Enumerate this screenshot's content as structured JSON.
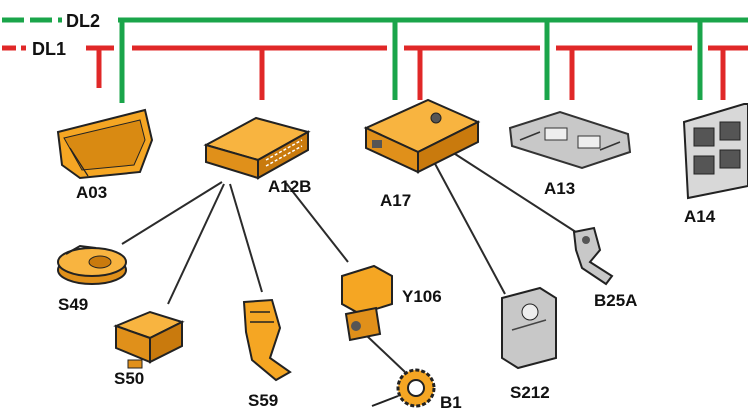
{
  "colors": {
    "dl2_bus": "#1aa54a",
    "dl1_bus": "#e02828",
    "component_fill": "#f5a623",
    "component_outline": "#222222",
    "grey_component": "#c8c8c8"
  },
  "buses": {
    "dl2": "DL2",
    "dl1": "DL1"
  },
  "components": {
    "a03": "A03",
    "a12b": "A12B",
    "a17": "A17",
    "a13": "A13",
    "a14": "A14",
    "s49": "S49",
    "s50": "S50",
    "s59": "S59",
    "y106": "Y106",
    "b1": "B1",
    "s212": "S212",
    "b25a": "B25A"
  }
}
